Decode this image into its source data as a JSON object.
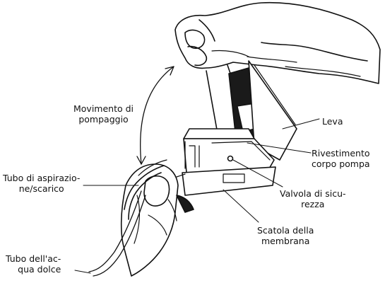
{
  "labels": {
    "pumping_motion": [
      "Movimento di",
      "pompaggio"
    ],
    "lever": "Leva",
    "pump_body_cover": [
      "Rivestimento",
      "corpo pompa"
    ],
    "suction_discharge_tube": [
      "Tubo di aspirazio-",
      "ne/scarico"
    ],
    "safety_valve": [
      "Valvola di sicu-",
      "rezza"
    ],
    "membrane_box": [
      "Scatola della",
      "membrana"
    ],
    "fresh_water_tube": [
      "Tubo dell'ac-",
      "qua dolce"
    ]
  },
  "colors": {
    "ink": "#111111",
    "shade": "#1a1a1a",
    "paper": "#ffffff"
  }
}
